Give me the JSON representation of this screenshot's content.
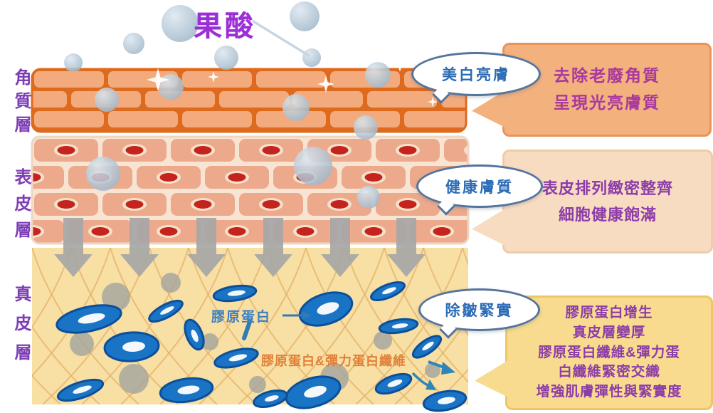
{
  "title": "果酸",
  "layers": [
    {
      "name": "角質層"
    },
    {
      "name": "表皮層"
    },
    {
      "name": "真皮層"
    }
  ],
  "callouts": [
    {
      "bubble": "美白亮膚",
      "lines": [
        "去除老廢角質",
        "呈現光亮膚質"
      ]
    },
    {
      "bubble": "健康膚質",
      "lines": [
        "表皮排列緻密整齊",
        "細胞健康飽滿"
      ]
    },
    {
      "bubble": "除皺緊實",
      "lines": [
        "膠原蛋白增生",
        "真皮層變厚",
        "膠原蛋白纖維&彈力蛋",
        "白纖維緊密交織",
        "增強肌膚彈性與緊實度"
      ]
    }
  ],
  "annotations": {
    "collagen": "膠原蛋白",
    "fiber": "膠原蛋白&彈力蛋白纖維"
  },
  "colors": {
    "title_purple": "#9B2FD6",
    "layer_label_purple": "#7E3DB5",
    "bubble_text_blue": "#2B6BB5",
    "bubble_border": "#54749C",
    "callout1_bg": "#F2B17D",
    "callout2_bg": "#F8DCC2",
    "callout3_bg": "#F8DB8E",
    "callout1_text": "#A8399E",
    "callout23_text": "#8C3DA8",
    "collagen_label_blue": "#3B7FC4",
    "fiber_label_orange": "#E0813A",
    "corneum_orange": "#DE6A1E",
    "epidermis_brick": "#ECA98B",
    "dermis_bg": "#F8DFA3",
    "collagen_blue": "#1A74C6"
  }
}
